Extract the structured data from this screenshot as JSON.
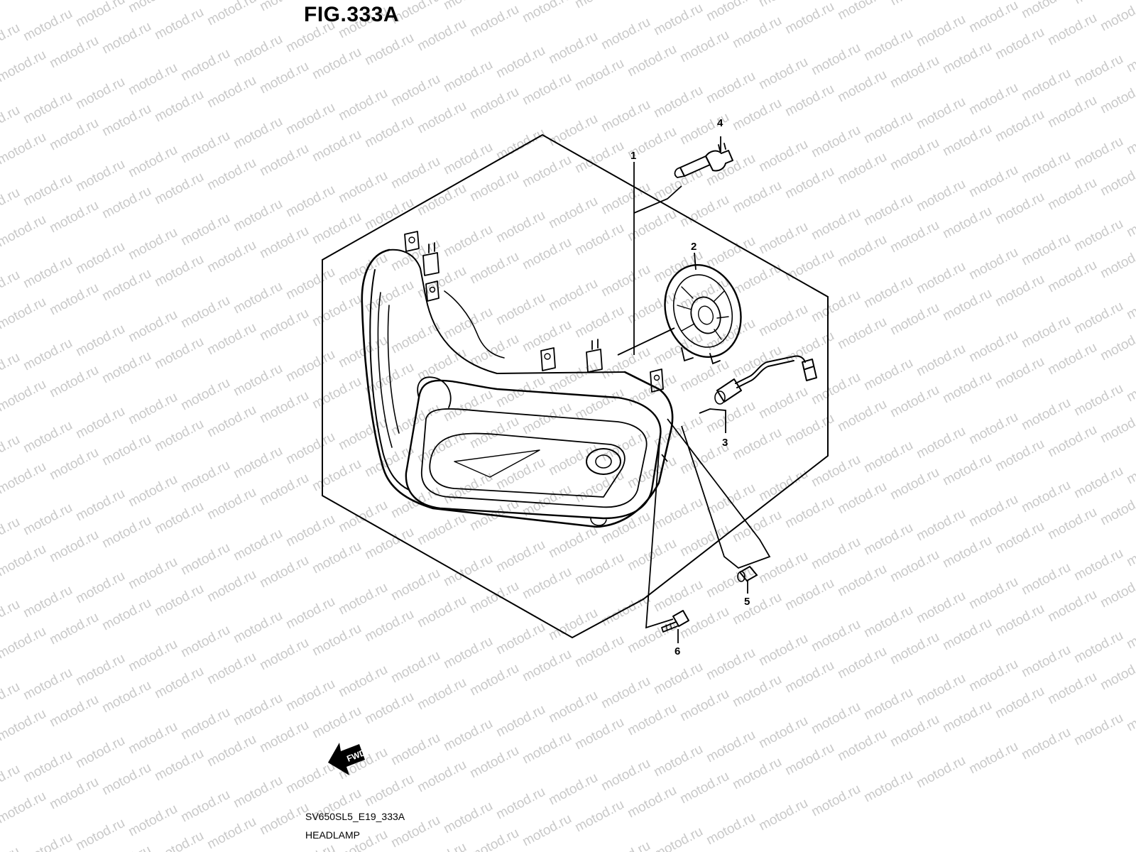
{
  "figure": {
    "title": "FIG.333A",
    "model_code": "SV650SL5_E19_333A",
    "name": "HEADLAMP"
  },
  "watermark": {
    "text": "motod.ru",
    "color": "#c9c9c9"
  },
  "forward_arrow": {
    "label": "FWD"
  },
  "callouts": [
    {
      "number": "1",
      "part": "headlamp-assembly"
    },
    {
      "number": "2",
      "part": "bulb-socket-cover"
    },
    {
      "number": "3",
      "part": "position-lamp-socket-harness"
    },
    {
      "number": "4",
      "part": "headlamp-bulb"
    },
    {
      "number": "5",
      "part": "position-lamp-bulb"
    },
    {
      "number": "6",
      "part": "mounting-screw"
    }
  ],
  "colors": {
    "line": "#000000",
    "background": "#ffffff"
  }
}
